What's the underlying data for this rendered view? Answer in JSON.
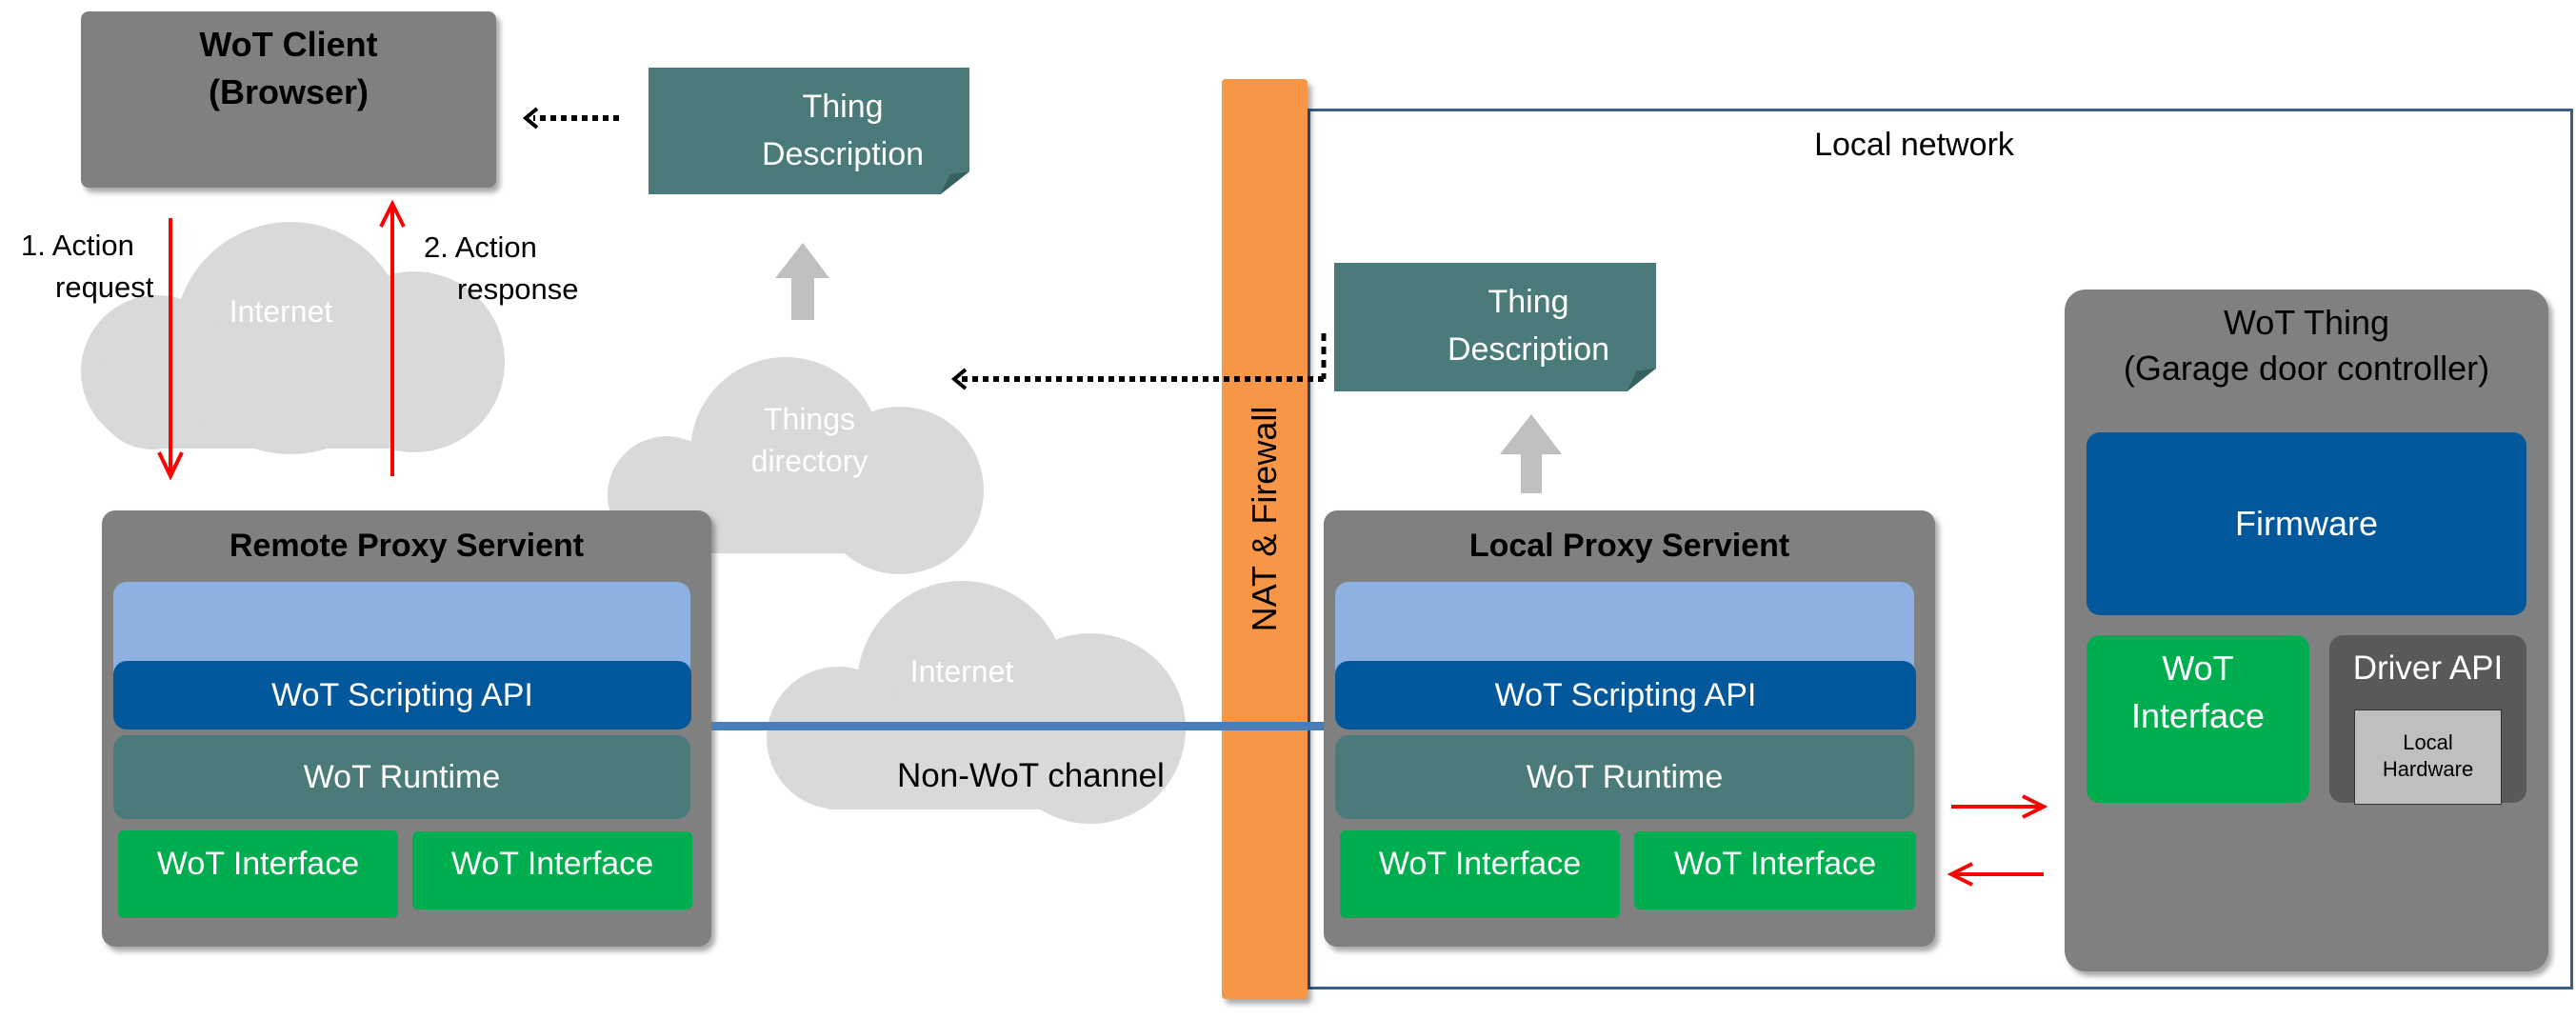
{
  "client": {
    "title_line1": "WoT Client",
    "title_line2": "(Browser)"
  },
  "thing_description_remote": {
    "line1": "Thing",
    "line2": "Description"
  },
  "thing_description_local": {
    "line1": "Thing",
    "line2": "Description"
  },
  "internet_cloud_top": {
    "label": "Internet"
  },
  "internet_cloud_middle": {
    "label": "Internet"
  },
  "things_directory": {
    "line1": "Things",
    "line2": "directory"
  },
  "action_request": {
    "line1": "1. Action",
    "line2": "request"
  },
  "action_response": {
    "line1": "2. Action",
    "line2": "response"
  },
  "firewall": {
    "label": "NAT & Firewall",
    "color": "#f79646"
  },
  "local_network": {
    "label": "Local network",
    "border_color": "#3b5e8c"
  },
  "channel": {
    "label": "Non-WoT channel",
    "color": "#4a7ebb"
  },
  "remote_servient": {
    "title": "Remote Proxy Servient",
    "scripting_api": "WoT Scripting API",
    "runtime": "WoT Runtime",
    "interfaces": [
      "WoT Interface",
      "WoT Interface"
    ]
  },
  "local_servient": {
    "title": "Local Proxy Servient",
    "scripting_api": "WoT Scripting API",
    "runtime": "WoT Runtime",
    "interfaces": [
      "WoT Interface",
      "WoT Interface"
    ]
  },
  "wot_thing": {
    "title_line1": "WoT Thing",
    "title_line2": "(Garage door controller)",
    "firmware": "Firmware",
    "interface_line1": "WoT",
    "interface_line2": "Interface",
    "driver_api": "Driver API",
    "hardware_line1": "Local",
    "hardware_line2": "Hardware"
  },
  "colors": {
    "servient_gray": "#808080",
    "scripting_blue": "#03589b",
    "app_light_blue": "#8eb1e1",
    "runtime_teal": "#4a7a7a",
    "interface_green": "#00ad4f",
    "arrow_red": "#ff0000",
    "cloud_gray": "#d9d9d9"
  }
}
